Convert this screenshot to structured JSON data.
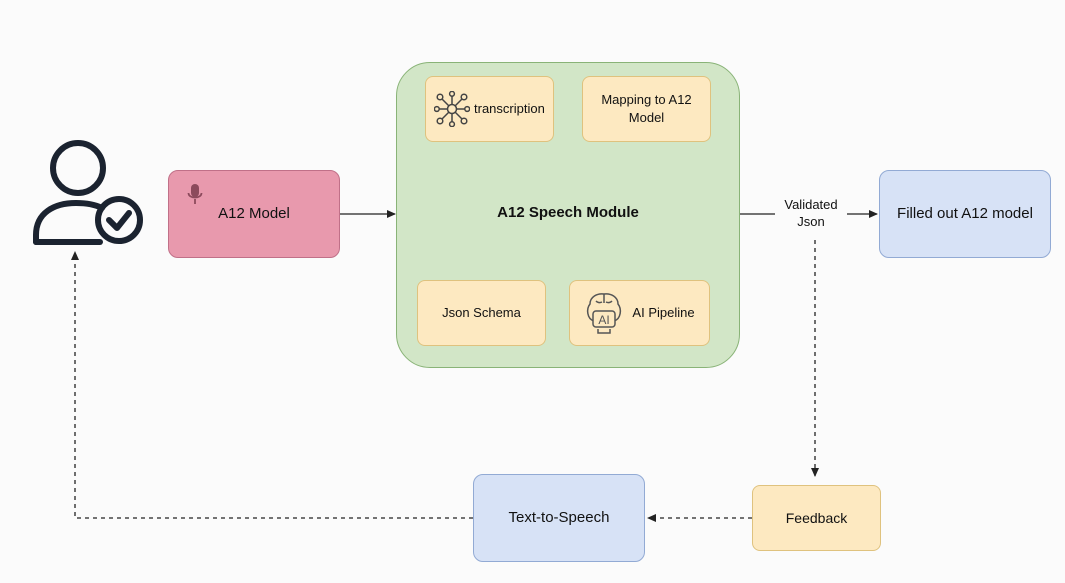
{
  "nodes": {
    "a12_model": "A12 Model",
    "speech_module": "A12 Speech Module",
    "transcription": "transcription",
    "mapping": "Mapping to A12 Model",
    "json_schema": "Json Schema",
    "ai_pipeline": "AI Pipeline",
    "filled_out": "Filled out A12 model",
    "feedback": "Feedback",
    "tts": "Text-to-Speech"
  },
  "edges": {
    "validated_json": "Validated Json"
  },
  "icons": {
    "user": "user-check-icon",
    "microphone": "microphone-icon",
    "network": "network-icon",
    "ai_brain": "ai-brain-icon"
  },
  "colors": {
    "pink": "#e899ad",
    "green": "#d2e6c7",
    "yellow": "#fde9c1",
    "blue": "#d7e2f6",
    "line": "#222222"
  }
}
